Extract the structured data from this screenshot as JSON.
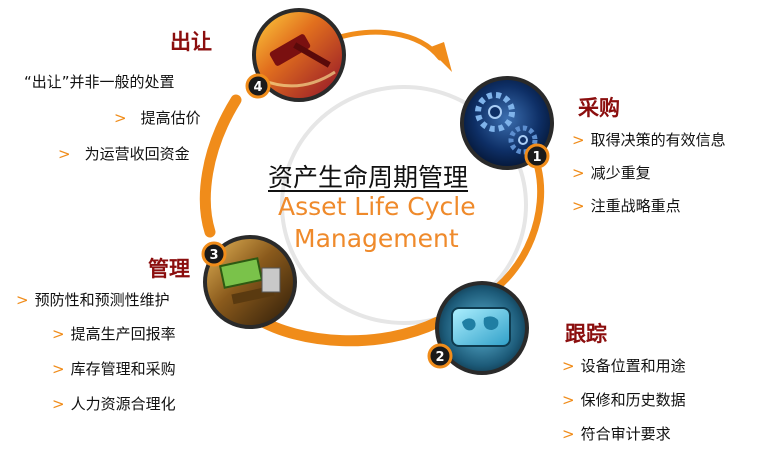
{
  "diagram": {
    "title_cn": "资产生命周期管理",
    "title_en_line1": "Asset Life Cycle",
    "title_en_line2": "Management",
    "stages": [
      {
        "number": "1",
        "title": "采购",
        "items": [
          "取得决策的有效信息",
          "减少重复",
          "注重战略重点"
        ],
        "icon": "gears-icon"
      },
      {
        "number": "2",
        "title": "跟踪",
        "items": [
          "设备位置和用途",
          "保修和历史数据",
          "符合审计要求"
        ],
        "icon": "world-map-screen-icon"
      },
      {
        "number": "3",
        "title": "管理",
        "items": [
          "预防性和预测性维护",
          "提高生产回报率",
          "库存管理和采购",
          "人力资源合理化"
        ],
        "icon": "machinery-icon"
      },
      {
        "number": "4",
        "title": "出让",
        "items": [
          "“出让”并非一般的处置",
          "提高估价",
          "为运营收回资金"
        ],
        "icon": "gavel-icon"
      }
    ],
    "bullet_glyph": ">",
    "colors": {
      "arrow": "#f08c1a",
      "stage_title": "#8b0e0e",
      "center_en": "#ef8a2b",
      "badge": "#1a1a1a"
    }
  }
}
